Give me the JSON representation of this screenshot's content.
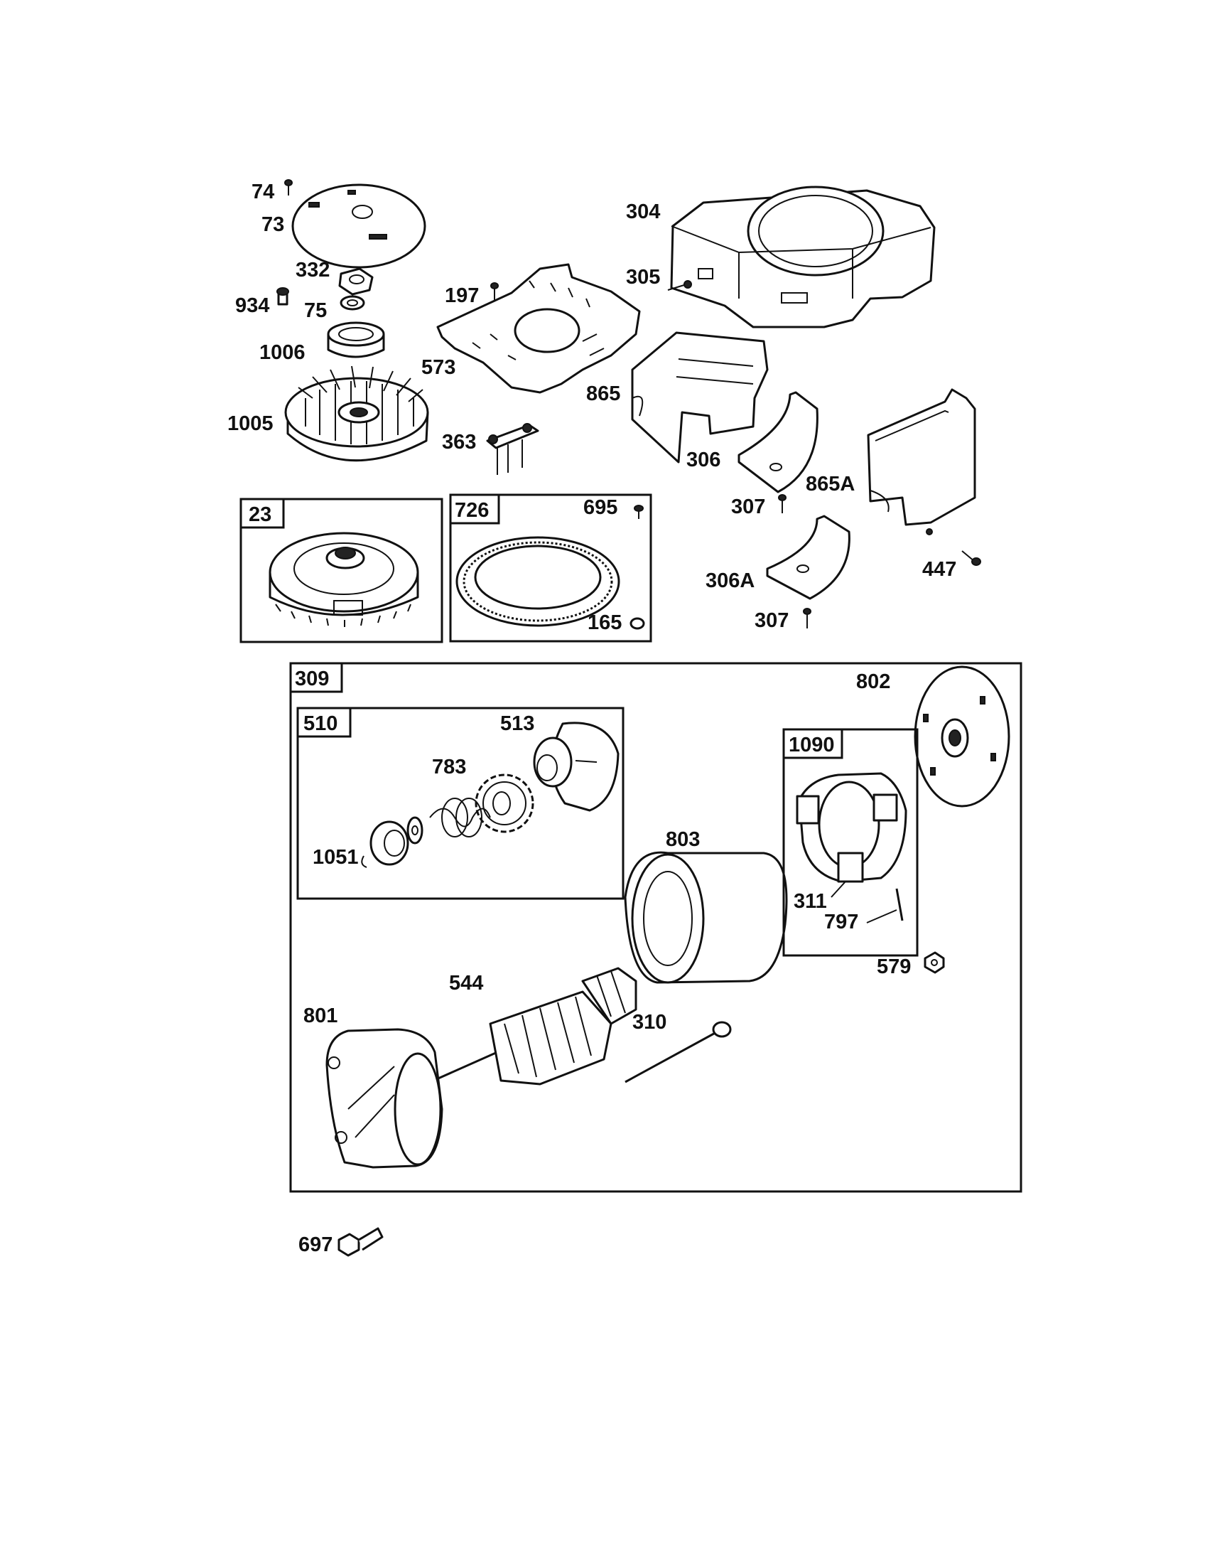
{
  "labels": {
    "p74": "74",
    "p73": "73",
    "p332": "332",
    "p934": "934",
    "p75": "75",
    "p1006": "1006",
    "p1005": "1005",
    "p197": "197",
    "p573": "573",
    "p363": "363",
    "p304": "304",
    "p305": "305",
    "p865": "865",
    "p306": "306",
    "p307a": "307",
    "p865A": "865A",
    "p306A": "306A",
    "p307b": "307",
    "p447": "447",
    "p695": "695",
    "p165": "165",
    "p802": "802",
    "p513": "513",
    "p783": "783",
    "p1051": "1051",
    "p803": "803",
    "p311": "311",
    "p797": "797",
    "p579": "579",
    "p544": "544",
    "p801": "801",
    "p310": "310",
    "p697": "697"
  },
  "boxes": {
    "b23": "23",
    "b726": "726",
    "b309": "309",
    "b510": "510",
    "b1090": "1090"
  }
}
